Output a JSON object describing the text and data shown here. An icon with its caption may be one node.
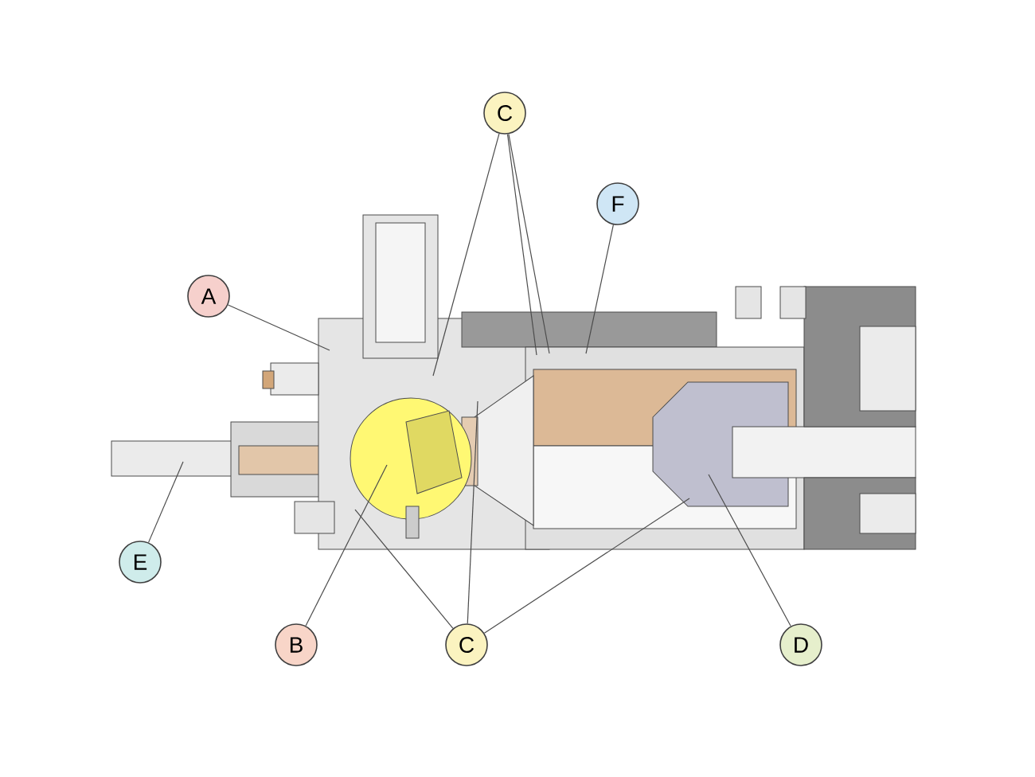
{
  "diagram": {
    "nodes": [
      {
        "text": [
          "A"
        ]
      },
      {
        "text": [
          "C"
        ]
      },
      {
        "text": [
          "F"
        ]
      },
      {
        "text": [
          "E"
        ]
      },
      {
        "text": [
          "B"
        ]
      },
      {
        "text": [
          "C"
        ]
      },
      {
        "text": [
          "D"
        ]
      }
    ],
    "edges": [
      {
        "from": 0,
        "to": null,
        "arrow": "none"
      },
      {
        "from": 1,
        "to": null,
        "arrow": "none"
      },
      {
        "from": 1,
        "to": null,
        "arrow": "none"
      },
      {
        "from": 1,
        "to": null,
        "arrow": "none"
      },
      {
        "from": 2,
        "to": null,
        "arrow": "none"
      },
      {
        "from": 3,
        "to": null,
        "arrow": "none"
      },
      {
        "from": 4,
        "to": null,
        "arrow": "none"
      },
      {
        "from": 5,
        "to": null,
        "arrow": "none"
      },
      {
        "from": 5,
        "to": null,
        "arrow": "none"
      },
      {
        "from": 5,
        "to": null,
        "arrow": "none"
      },
      {
        "from": 6,
        "to": null,
        "arrow": "none"
      }
    ]
  }
}
